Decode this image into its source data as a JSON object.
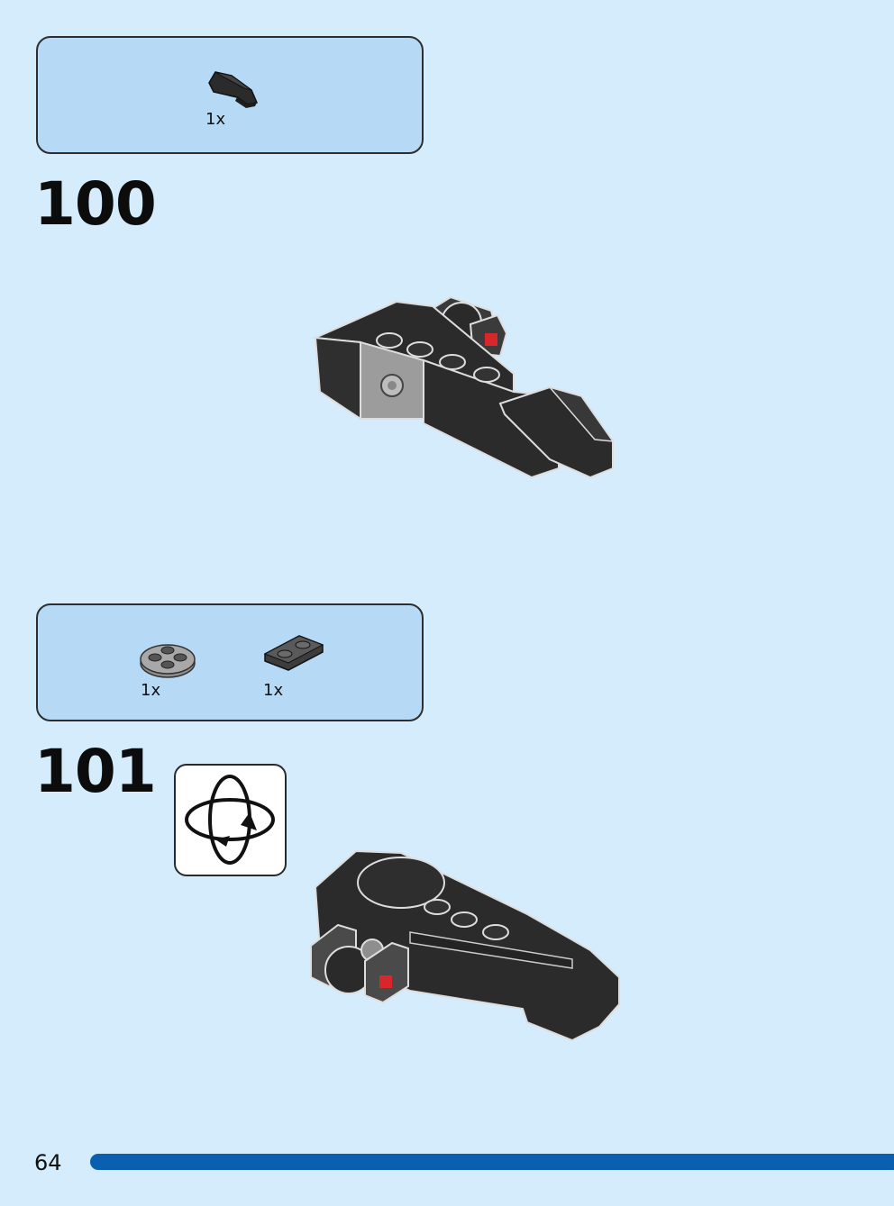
{
  "steps": [
    {
      "number": "100",
      "parts": [
        {
          "name": "black curved slope 2x1",
          "quantity": "1x"
        }
      ]
    },
    {
      "number": "101",
      "parts": [
        {
          "name": "grey round plate 2x2",
          "quantity": "1x"
        },
        {
          "name": "dark grey inverted plate 1x2",
          "quantity": "1x"
        }
      ],
      "callout_icon": "rotate-model-icon"
    }
  ],
  "footer": {
    "page_number": "64"
  },
  "colors": {
    "background": "#d4ecfb",
    "parts_box": "#b6daf5",
    "footer_bar": "#0a5fae",
    "brick_black": "#2b2b2b",
    "brick_grey": "#9c9c9c",
    "axle_red": "#d8262b"
  }
}
